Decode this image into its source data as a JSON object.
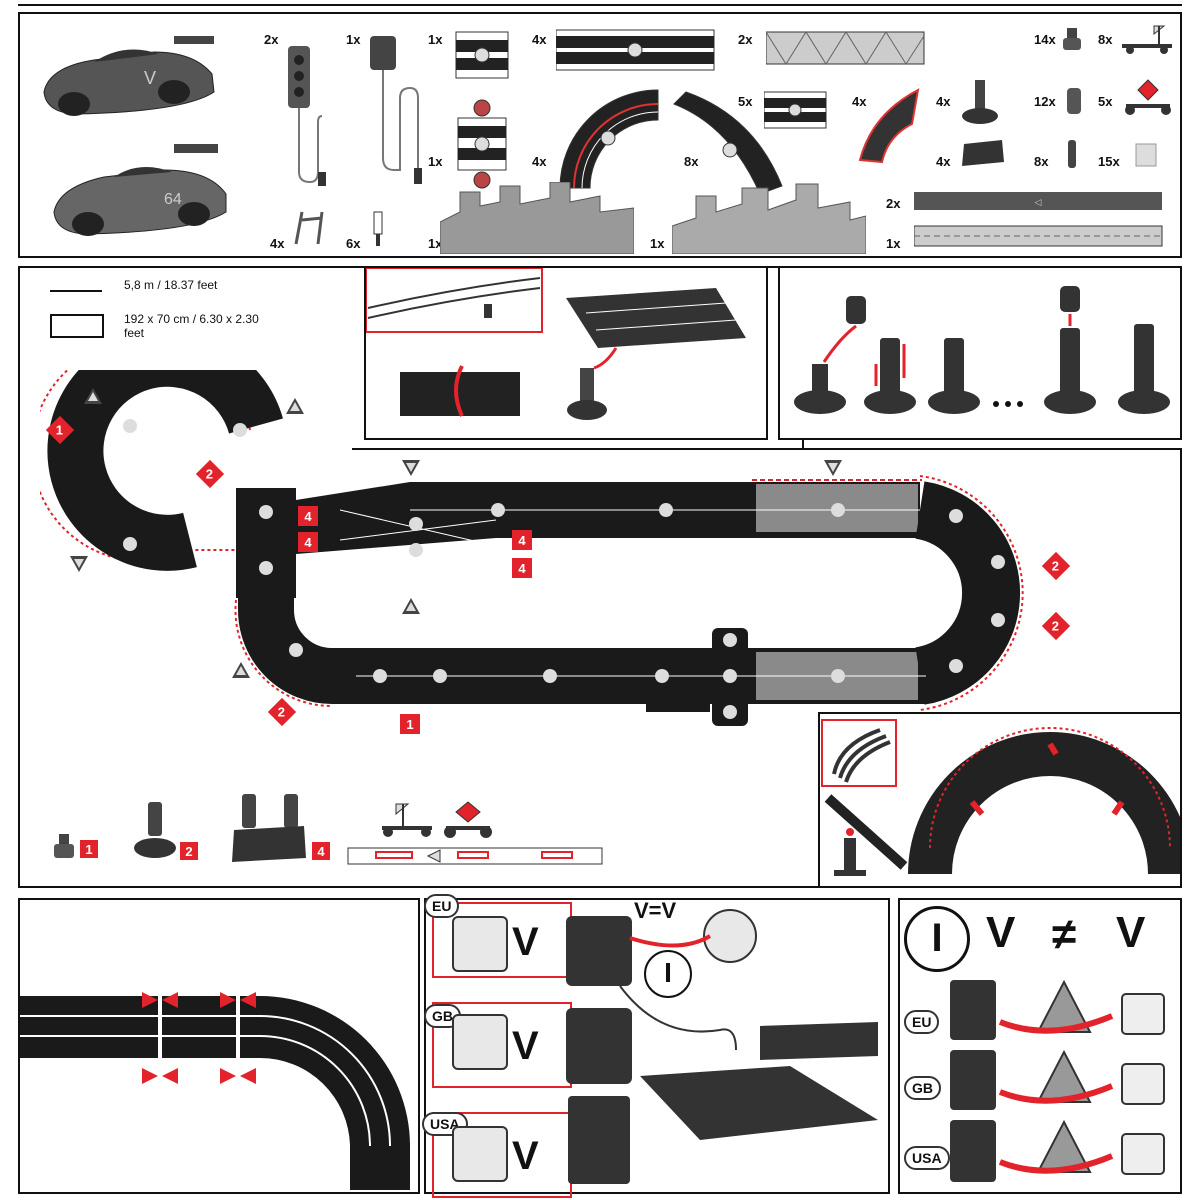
{
  "parts": {
    "lights_qty": "2x",
    "adapter_qty": "1x",
    "tA_qty": "1x",
    "long_qty": "4x",
    "deco_qty": "2x",
    "t14_qty": "14x",
    "t8a_qty": "8x",
    "cross_qty": "1x",
    "curve_qty": "4x",
    "flex_qty": "8x",
    "short_qty": "5x",
    "banked_qty": "4x",
    "p4a_qty": "4x",
    "p12_qty": "12x",
    "p5_qty": "5x",
    "p4b_qty": "4x",
    "p8b_qty": "8x",
    "p15_qty": "15x",
    "strip2_qty": "2x",
    "strip1_qty": "1x",
    "lap_qty": "4x",
    "guide_qty": "6x",
    "scen1_qty": "1x",
    "scen2_qty": "1x"
  },
  "layout": {
    "length": "5,8 m / 18.37 feet",
    "size": "192 x 70 cm / 6.30 x 2.30 feet",
    "badges": [
      "1",
      "2",
      "4",
      "4",
      "4",
      "4",
      "2",
      "2",
      "2",
      "1"
    ],
    "legend_badges": [
      "1",
      "2",
      "4"
    ]
  },
  "power": {
    "regions": [
      "EU",
      "GB",
      "USA"
    ],
    "voltage_eq": "V=V",
    "v_symbol": "V",
    "neq": "≠",
    "info": "I"
  },
  "colors": {
    "accent": "#e3232b",
    "track": "#1a1a1a"
  }
}
